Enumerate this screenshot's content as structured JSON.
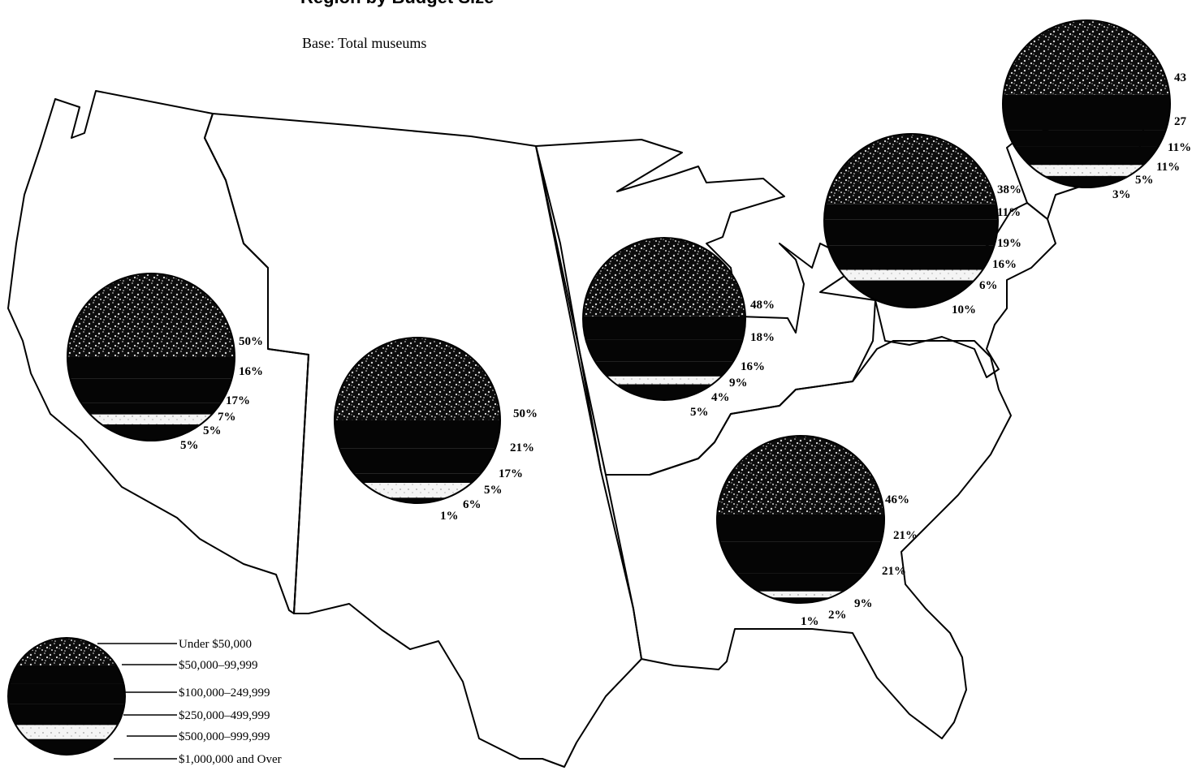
{
  "header": {
    "title": "Region by Budget Size",
    "subtitle": "Base: Total museums"
  },
  "legend": {
    "items": [
      {
        "key": "under_50k",
        "label": "Under $50,000"
      },
      {
        "key": "50k_99k",
        "label": "$50,000–99,999"
      },
      {
        "key": "100k_249k",
        "label": "$100,000–249,999"
      },
      {
        "key": "250k_499k",
        "label": "$250,000–499,999"
      },
      {
        "key": "500k_999k",
        "label": "$500,000–999,999"
      },
      {
        "key": "1m_over",
        "label": "$1,000,000 and Over"
      }
    ]
  },
  "chart_data": {
    "type": "pie",
    "title": "Region by Budget Size",
    "subtitle": "Base: Total museums",
    "categories": [
      "Under $50,000",
      "$50,000–99,999",
      "$100,000–249,999",
      "$250,000–499,999",
      "$500,000–999,999",
      "$1,000,000 and Over"
    ],
    "series": [
      {
        "labels": [
          "50%",
          "16%",
          "17%",
          "7%",
          "5%",
          "5%"
        ],
        "values": [
          50,
          16,
          17,
          7,
          5,
          5
        ]
      },
      {
        "labels": [
          "50%",
          "21%",
          "17%",
          "5%",
          "6%",
          "1%"
        ],
        "values": [
          50,
          21,
          17,
          5,
          6,
          1
        ]
      },
      {
        "labels": [
          "48%",
          "18%",
          "16%",
          "9%",
          "4%",
          "5%"
        ],
        "values": [
          48,
          18,
          16,
          9,
          4,
          5
        ]
      },
      {
        "labels": [
          "46%",
          "21%",
          "21%",
          "9%",
          "2%",
          "1%"
        ],
        "values": [
          46,
          21,
          21,
          9,
          2,
          1
        ]
      },
      {
        "labels": [
          "38%",
          "11%",
          "19%",
          "16%",
          "6%",
          "10%"
        ],
        "values": [
          38,
          11,
          19,
          16,
          6,
          10
        ]
      },
      {
        "labels": [
          "43",
          "27",
          "11%",
          "11%",
          "5%",
          "3%"
        ],
        "values": [
          43,
          27,
          11,
          11,
          5,
          3
        ]
      }
    ],
    "colors": {
      "dark": "#0a0a0a",
      "speckle": "#d8d8d8",
      "light_band": "#f2f2f2",
      "outline": "#000000"
    }
  }
}
